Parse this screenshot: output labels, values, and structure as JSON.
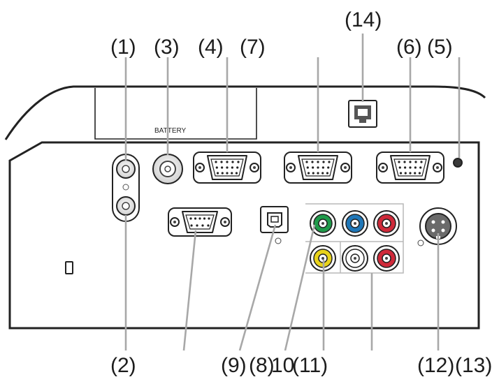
{
  "callouts": {
    "c1": "(1)",
    "c3": "(3)",
    "c4": "(4)",
    "c7": "(7)",
    "c14": "(14)",
    "c6": "(6)",
    "c5": "(5)",
    "c2": "(2)",
    "c9": "(9)",
    "c8": "(8)",
    "c10": "10",
    "c11": "(11)",
    "c12": "(12)",
    "c13": "(13)"
  },
  "labels": {
    "battery": "BATTERY"
  },
  "colors": {
    "rca_green": "#1f9a4a",
    "rca_blue": "#1f77b8",
    "rca_red": "#cf2a3a",
    "rca_yellow": "#e8d21a",
    "rca_white": "#ffffff",
    "leader_line": "#a8a8a8",
    "outline": "#222222"
  },
  "icons": {
    "lan": "lan-port-icon",
    "usb": "usb-b-port-icon",
    "svideo": "s-video-port-icon",
    "lock": "kensington-lock-icon"
  }
}
